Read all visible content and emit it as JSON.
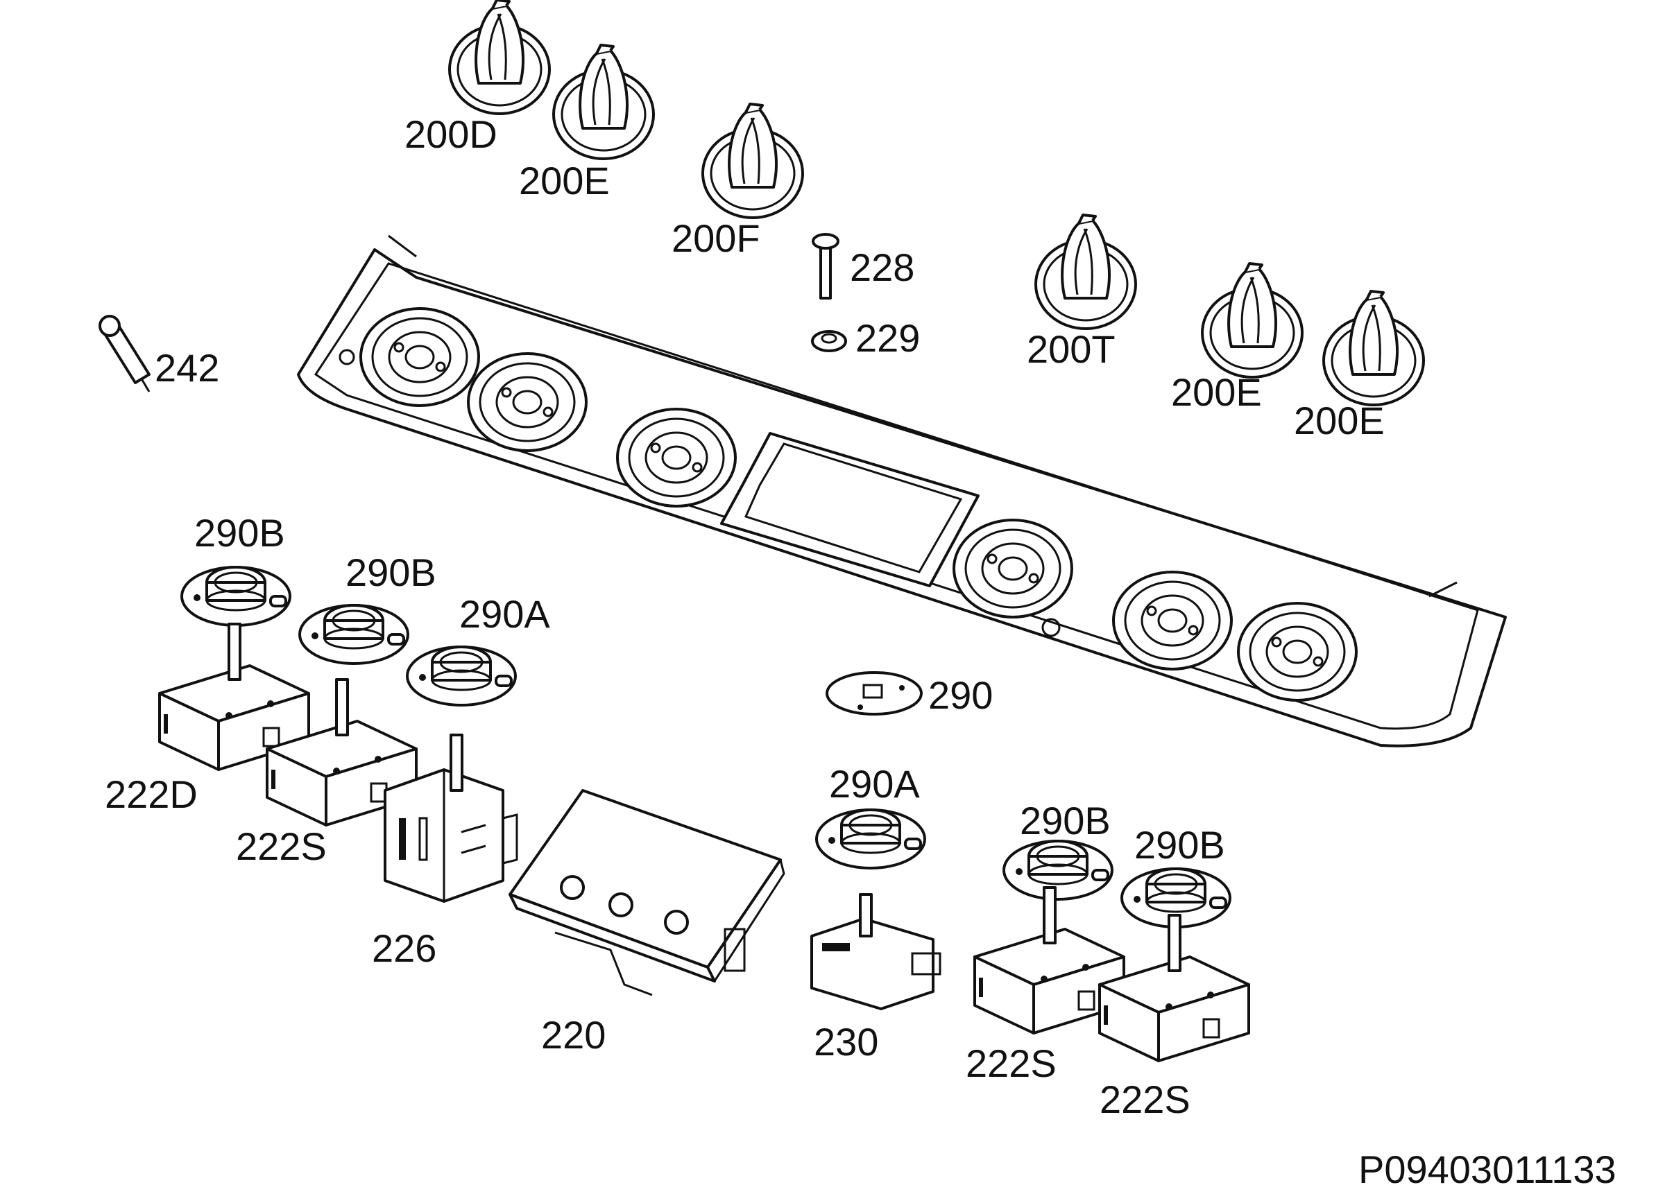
{
  "diagram": {
    "reference": "P09403011133",
    "labels": {
      "knob_200D": "200D",
      "knob_200E_1": "200E",
      "knob_200F": "200F",
      "screw_228": "228",
      "nut_229": "229",
      "knob_200T": "200T",
      "knob_200E_2": "200E",
      "knob_200E_3": "200E",
      "lamp_242": "242",
      "bezel_290B_1": "290B",
      "bezel_290B_2": "290B",
      "bezel_290A_1": "290A",
      "disc_290": "290",
      "switch_222D": "222D",
      "switch_222S_1": "222S",
      "switch_226": "226",
      "module_220": "220",
      "bezel_290A_2": "290A",
      "thermostat_230": "230",
      "bezel_290B_3": "290B",
      "bezel_290B_4": "290B",
      "switch_222S_2": "222S",
      "switch_222S_3": "222S"
    }
  }
}
